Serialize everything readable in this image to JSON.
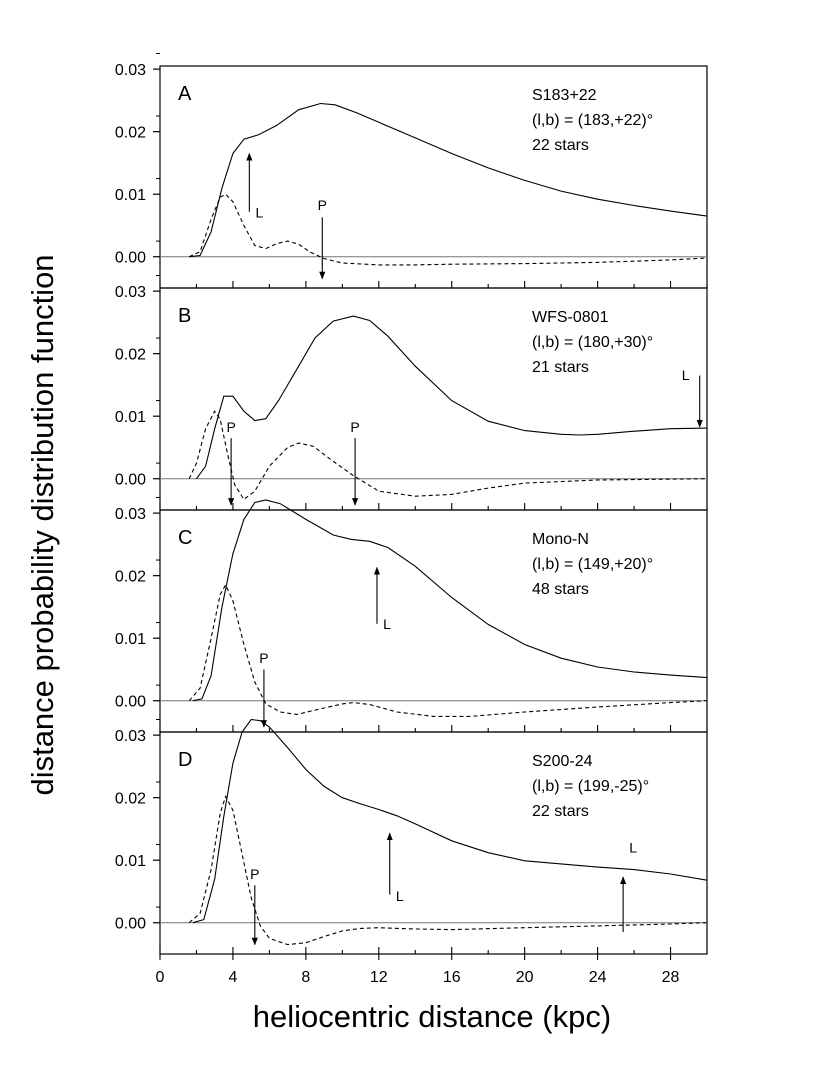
{
  "figure": {
    "ylabel": "distance probability distribution function",
    "xlabel": "heliocentric distance (kpc)",
    "x_ticks": [
      "0",
      "4",
      "8",
      "12",
      "16",
      "20",
      "24",
      "28"
    ],
    "y_ticks": [
      "0.00",
      "0.01",
      "0.02",
      "0.03"
    ]
  },
  "chart_data": [
    {
      "type": "line",
      "panel_letter": "A",
      "info_lines": [
        "S183+22",
        "(l,b) = (183,+22)°",
        "22 stars"
      ],
      "xlim": [
        0,
        30
      ],
      "ylim": [
        -0.005,
        0.0305
      ],
      "grid": false,
      "series": [
        {
          "style": "solid",
          "points": [
            [
              1.6,
              0
            ],
            [
              2.2,
              0.0002
            ],
            [
              2.8,
              0.004
            ],
            [
              3.4,
              0.011
            ],
            [
              4.0,
              0.0165
            ],
            [
              4.6,
              0.0188
            ],
            [
              5.4,
              0.0195
            ],
            [
              6.4,
              0.021
            ],
            [
              7.6,
              0.0235
            ],
            [
              8.8,
              0.0245
            ],
            [
              9.6,
              0.0243
            ],
            [
              10.8,
              0.023
            ],
            [
              12,
              0.0215
            ],
            [
              14,
              0.019
            ],
            [
              16,
              0.0165
            ],
            [
              18,
              0.0142
            ],
            [
              20,
              0.0122
            ],
            [
              22,
              0.0105
            ],
            [
              24,
              0.0092
            ],
            [
              26,
              0.0082
            ],
            [
              28,
              0.0073
            ],
            [
              30,
              0.0065
            ]
          ]
        },
        {
          "style": "dashed",
          "points": [
            [
              1.6,
              0
            ],
            [
              2.2,
              0.0008
            ],
            [
              2.8,
              0.006
            ],
            [
              3.3,
              0.0095
            ],
            [
              3.6,
              0.01
            ],
            [
              4.0,
              0.0088
            ],
            [
              4.6,
              0.005
            ],
            [
              5.2,
              0.0018
            ],
            [
              5.8,
              0.0013
            ],
            [
              6.4,
              0.0021
            ],
            [
              7.0,
              0.0025
            ],
            [
              7.6,
              0.002
            ],
            [
              8.2,
              0.0008
            ],
            [
              9.0,
              -0.0003
            ],
            [
              10,
              -0.001
            ],
            [
              12,
              -0.0013
            ],
            [
              14,
              -0.0013
            ],
            [
              16,
              -0.0012
            ],
            [
              20,
              -0.0011
            ],
            [
              24,
              -0.0009
            ],
            [
              28,
              -0.0005
            ],
            [
              30,
              -0.0002
            ]
          ]
        }
      ],
      "markers": [
        {
          "label": "L",
          "x": 4.9,
          "dir": "up",
          "y_tail": 0.0072,
          "y_head": 0.0165,
          "label_y": 0.0063
        },
        {
          "label": "P",
          "x": 8.9,
          "dir": "down",
          "y_tail": 0.0063,
          "y_head": -0.0035,
          "label_y": 0.0075
        }
      ]
    },
    {
      "type": "line",
      "panel_letter": "B",
      "info_lines": [
        "WFS-0801",
        "(l,b) = (180,+30)°",
        "21 stars"
      ],
      "xlim": [
        0,
        30
      ],
      "ylim": [
        -0.005,
        0.0305
      ],
      "grid": false,
      "series": [
        {
          "style": "solid",
          "points": [
            [
              2.0,
              0
            ],
            [
              2.5,
              0.002
            ],
            [
              3.0,
              0.008
            ],
            [
              3.5,
              0.0132
            ],
            [
              4.0,
              0.0132
            ],
            [
              4.6,
              0.0108
            ],
            [
              5.2,
              0.0093
            ],
            [
              5.8,
              0.0096
            ],
            [
              6.5,
              0.0125
            ],
            [
              7.5,
              0.0175
            ],
            [
              8.5,
              0.0225
            ],
            [
              9.5,
              0.0252
            ],
            [
              10.6,
              0.026
            ],
            [
              11.5,
              0.0253
            ],
            [
              12.5,
              0.0228
            ],
            [
              14,
              0.018
            ],
            [
              16,
              0.0125
            ],
            [
              18,
              0.0092
            ],
            [
              20,
              0.0077
            ],
            [
              22,
              0.0071
            ],
            [
              23,
              0.007
            ],
            [
              24,
              0.0071
            ],
            [
              26,
              0.0076
            ],
            [
              28,
              0.008
            ],
            [
              30,
              0.0081
            ]
          ]
        },
        {
          "style": "dashed",
          "points": [
            [
              1.6,
              0
            ],
            [
              2.0,
              0.0025
            ],
            [
              2.5,
              0.008
            ],
            [
              3.0,
              0.0108
            ],
            [
              3.3,
              0.0095
            ],
            [
              3.7,
              0.004
            ],
            [
              4.1,
              -0.001
            ],
            [
              4.6,
              -0.0033
            ],
            [
              5.2,
              -0.002
            ],
            [
              6.0,
              0.002
            ],
            [
              7.0,
              0.005
            ],
            [
              7.6,
              0.0057
            ],
            [
              8.4,
              0.0052
            ],
            [
              9.4,
              0.003
            ],
            [
              10.6,
              0.0005
            ],
            [
              12,
              -0.002
            ],
            [
              14,
              -0.0028
            ],
            [
              16,
              -0.0025
            ],
            [
              18,
              -0.0015
            ],
            [
              20,
              -0.0007
            ],
            [
              24,
              -0.0002
            ],
            [
              30,
              0
            ]
          ]
        }
      ],
      "markers": [
        {
          "label": "P",
          "x": 3.9,
          "dir": "down",
          "y_tail": 0.0065,
          "y_head": -0.0042,
          "label_y": 0.0075
        },
        {
          "label": "P",
          "x": 10.7,
          "dir": "down",
          "y_tail": 0.0065,
          "y_head": -0.0042,
          "label_y": 0.0075
        },
        {
          "label": "L",
          "x": 29.6,
          "dir": "down",
          "y_tail": 0.0165,
          "y_head": 0.0083,
          "label_y": 0.0158,
          "label_dx": -14
        }
      ]
    },
    {
      "type": "line",
      "panel_letter": "C",
      "info_lines": [
        "Mono-N",
        "(l,b) = (149,+20)°",
        "48 stars"
      ],
      "xlim": [
        0,
        30
      ],
      "ylim": [
        -0.005,
        0.0305
      ],
      "grid": false,
      "series": [
        {
          "style": "solid",
          "points": [
            [
              1.8,
              0
            ],
            [
              2.3,
              0.0003
            ],
            [
              2.8,
              0.004
            ],
            [
              3.4,
              0.015
            ],
            [
              4.0,
              0.0235
            ],
            [
              4.6,
              0.029
            ],
            [
              5.2,
              0.0317
            ],
            [
              5.8,
              0.0321
            ],
            [
              6.6,
              0.0315
            ],
            [
              8,
              0.029
            ],
            [
              9.5,
              0.0265
            ],
            [
              10.5,
              0.0258
            ],
            [
              11.5,
              0.0255
            ],
            [
              12.5,
              0.0245
            ],
            [
              14,
              0.0215
            ],
            [
              16,
              0.0165
            ],
            [
              18,
              0.0122
            ],
            [
              20,
              0.009
            ],
            [
              22,
              0.0068
            ],
            [
              24,
              0.0054
            ],
            [
              26,
              0.0046
            ],
            [
              28,
              0.0041
            ],
            [
              30,
              0.0037
            ]
          ]
        },
        {
          "style": "dashed",
          "points": [
            [
              1.6,
              0
            ],
            [
              2.2,
              0.002
            ],
            [
              2.8,
              0.01
            ],
            [
              3.3,
              0.017
            ],
            [
              3.6,
              0.0185
            ],
            [
              4.0,
              0.016
            ],
            [
              4.6,
              0.009
            ],
            [
              5.2,
              0.003
            ],
            [
              5.8,
              -0.0005
            ],
            [
              6.6,
              -0.0018
            ],
            [
              7.5,
              -0.0022
            ],
            [
              8.5,
              -0.0015
            ],
            [
              10,
              -0.0005
            ],
            [
              10.6,
              -0.0003
            ],
            [
              11.5,
              -0.0006
            ],
            [
              13,
              -0.0018
            ],
            [
              15,
              -0.0025
            ],
            [
              17,
              -0.0025
            ],
            [
              20,
              -0.0018
            ],
            [
              24,
              -0.001
            ],
            [
              28,
              -0.0003
            ],
            [
              30,
              0
            ]
          ]
        }
      ],
      "markers": [
        {
          "label": "P",
          "x": 5.7,
          "dir": "down",
          "y_tail": 0.005,
          "y_head": -0.0042,
          "label_y": 0.006
        },
        {
          "label": "L",
          "x": 11.9,
          "dir": "up",
          "y_tail": 0.0123,
          "y_head": 0.0213,
          "label_y": 0.0115
        }
      ]
    },
    {
      "type": "line",
      "panel_letter": "D",
      "info_lines": [
        "S200-24",
        "(l,b) = (199,-25)°",
        "22 stars"
      ],
      "xlim": [
        0,
        30
      ],
      "ylim": [
        -0.005,
        0.0305
      ],
      "grid": false,
      "series": [
        {
          "style": "solid",
          "points": [
            [
              1.8,
              0
            ],
            [
              2.4,
              0.0005
            ],
            [
              3.0,
              0.007
            ],
            [
              3.5,
              0.017
            ],
            [
              4.0,
              0.0255
            ],
            [
              4.5,
              0.0305
            ],
            [
              5.0,
              0.0325
            ],
            [
              5.5,
              0.0323
            ],
            [
              6.0,
              0.0313
            ],
            [
              7,
              0.028
            ],
            [
              8,
              0.0245
            ],
            [
              9,
              0.0218
            ],
            [
              10,
              0.02
            ],
            [
              11,
              0.019
            ],
            [
              12,
              0.0181
            ],
            [
              13,
              0.0171
            ],
            [
              14,
              0.0158
            ],
            [
              16,
              0.0131
            ],
            [
              18,
              0.0112
            ],
            [
              20,
              0.0099
            ],
            [
              22,
              0.0094
            ],
            [
              24,
              0.0089
            ],
            [
              26,
              0.0085
            ],
            [
              28,
              0.0078
            ],
            [
              30,
              0.0068
            ]
          ]
        },
        {
          "style": "dashed",
          "points": [
            [
              1.6,
              0
            ],
            [
              2.2,
              0.0015
            ],
            [
              2.8,
              0.0085
            ],
            [
              3.3,
              0.0175
            ],
            [
              3.6,
              0.0202
            ],
            [
              4.0,
              0.018
            ],
            [
              4.5,
              0.011
            ],
            [
              5.0,
              0.004
            ],
            [
              5.5,
              -0.0005
            ],
            [
              6.0,
              -0.0025
            ],
            [
              7.0,
              -0.0035
            ],
            [
              8.0,
              -0.0032
            ],
            [
              9.0,
              -0.0022
            ],
            [
              10,
              -0.0013
            ],
            [
              11,
              -0.0009
            ],
            [
              12,
              -0.0008
            ],
            [
              14,
              -0.001
            ],
            [
              16,
              -0.0011
            ],
            [
              20,
              -0.0008
            ],
            [
              24,
              -0.0005
            ],
            [
              28,
              -0.0002
            ],
            [
              30,
              0
            ]
          ]
        }
      ],
      "markers": [
        {
          "label": "P",
          "x": 5.2,
          "dir": "down",
          "y_tail": 0.006,
          "y_head": -0.0035,
          "label_y": 0.007
        },
        {
          "label": "L",
          "x": 12.6,
          "dir": "up",
          "y_tail": 0.0045,
          "y_head": 0.0143,
          "label_y": 0.0035
        },
        {
          "label": "L",
          "x": 25.4,
          "dir": "up",
          "y_tail": -0.0015,
          "y_head": 0.0073,
          "label_y": 0.0112
        }
      ]
    }
  ]
}
